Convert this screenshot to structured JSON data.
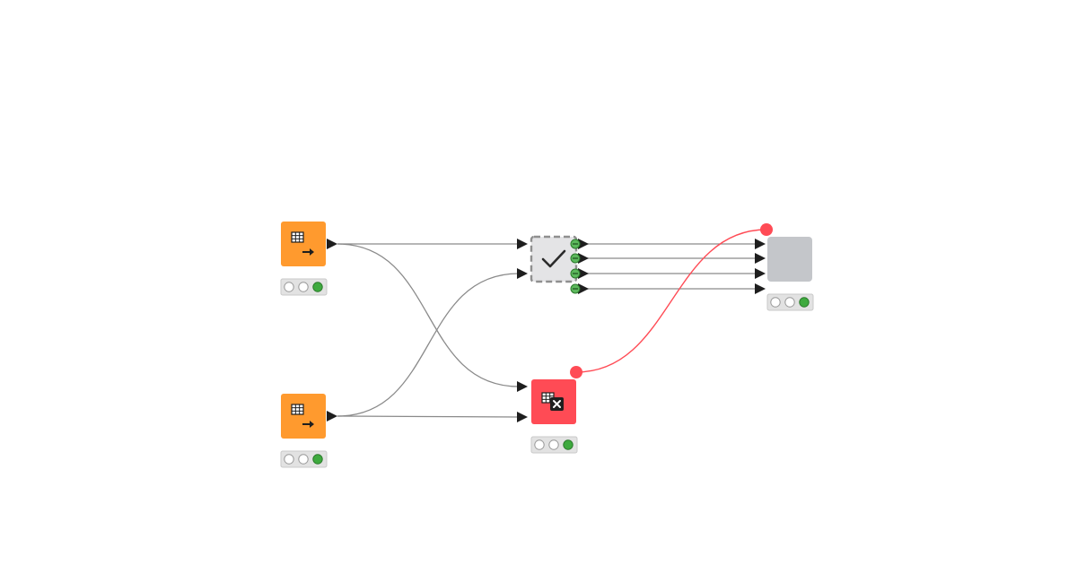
{
  "workflow": {
    "colors": {
      "source": "#ff9a2e",
      "joiner": "#ff4b55",
      "merge_fill": "#e4e4e6",
      "merge_border": "#8f8f8f",
      "sink": "#c4c6ca",
      "wire": "#8a8a8a",
      "flow_wire": "#ff4b55",
      "flow_port": "#ff4b55",
      "port": "#1e1e1e",
      "status_ok": "#3eaa3e",
      "status_idle": "#ffffff",
      "status_bar": "#e2e2e2"
    },
    "nodes": [
      {
        "id": "table-source-1",
        "kind": "source",
        "icon": "table-export-icon",
        "status": [
          "idle",
          "idle",
          "ok"
        ]
      },
      {
        "id": "table-source-2",
        "kind": "source",
        "icon": "table-export-icon",
        "status": [
          "idle",
          "idle",
          "ok"
        ]
      },
      {
        "id": "merge-node",
        "kind": "merge",
        "icon": "checkmark-icon",
        "status": []
      },
      {
        "id": "table-joiner",
        "kind": "joiner",
        "icon": "table-close-icon",
        "status": [
          "idle",
          "idle",
          "ok"
        ]
      },
      {
        "id": "sink-node",
        "kind": "sink",
        "icon": "",
        "status": [
          "idle",
          "idle",
          "ok"
        ]
      }
    ],
    "connections": [
      {
        "from": "table-source-1",
        "to": "merge-node",
        "type": "data"
      },
      {
        "from": "table-source-1",
        "to": "table-joiner",
        "type": "data"
      },
      {
        "from": "table-source-2",
        "to": "merge-node",
        "type": "data"
      },
      {
        "from": "table-source-2",
        "to": "table-joiner",
        "type": "data"
      },
      {
        "from": "merge-node",
        "to": "sink-node",
        "type": "data"
      },
      {
        "from": "merge-node",
        "to": "sink-node",
        "type": "data"
      },
      {
        "from": "merge-node",
        "to": "sink-node",
        "type": "data"
      },
      {
        "from": "merge-node",
        "to": "sink-node",
        "type": "data"
      },
      {
        "from": "table-joiner",
        "to": "sink-node",
        "type": "flow-variable"
      }
    ]
  }
}
